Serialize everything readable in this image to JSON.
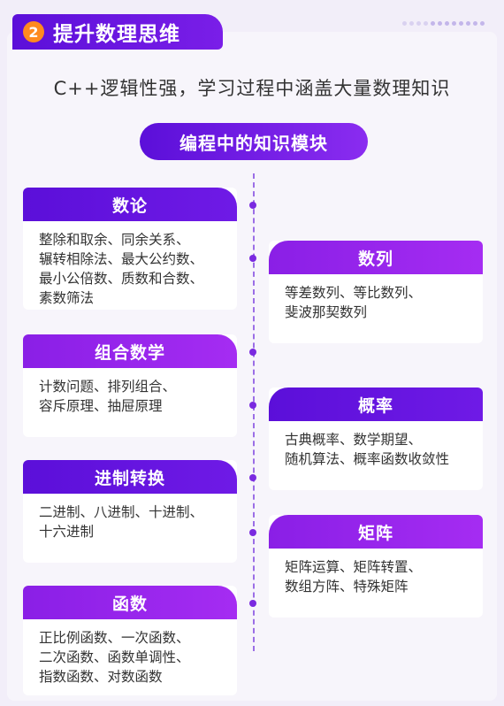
{
  "header": {
    "number": "2",
    "title": "提升数理思维"
  },
  "subtitle": "C++逻辑性强，学习过程中涵盖大量数理知识",
  "center_label": "编程中的知识模块",
  "modules": {
    "number_theory": {
      "title": "数论",
      "lines": [
        "整除和取余、同余关系、",
        "辗转相除法、最大公约数、",
        "最小公倍数、质数和合数、",
        "素数筛法"
      ]
    },
    "sequences": {
      "title": "数列",
      "lines": [
        "等差数列、等比数列、",
        "斐波那契数列"
      ]
    },
    "combinatorics": {
      "title": "组合数学",
      "lines": [
        "计数问题、排列组合、",
        "容斥原理、抽屉原理"
      ]
    },
    "probability": {
      "title": "概率",
      "lines": [
        "古典概率、数学期望、",
        "随机算法、概率函数收敛性"
      ]
    },
    "base_conversion": {
      "title": "进制转换",
      "lines": [
        "二进制、八进制、十进制、",
        "十六进制"
      ]
    },
    "matrix": {
      "title": "矩阵",
      "lines": [
        "矩阵运算、矩阵转置、",
        "数组方阵、特殊矩阵"
      ]
    },
    "functions": {
      "title": "函数",
      "lines": [
        "正比例函数、一次函数、",
        "二次函数、函数单调性、",
        "指数函数、对数函数"
      ]
    }
  },
  "colors": {
    "primary": "#5b0fd9",
    "accent": "#a52cf2",
    "badge": "#ff8a1f"
  }
}
